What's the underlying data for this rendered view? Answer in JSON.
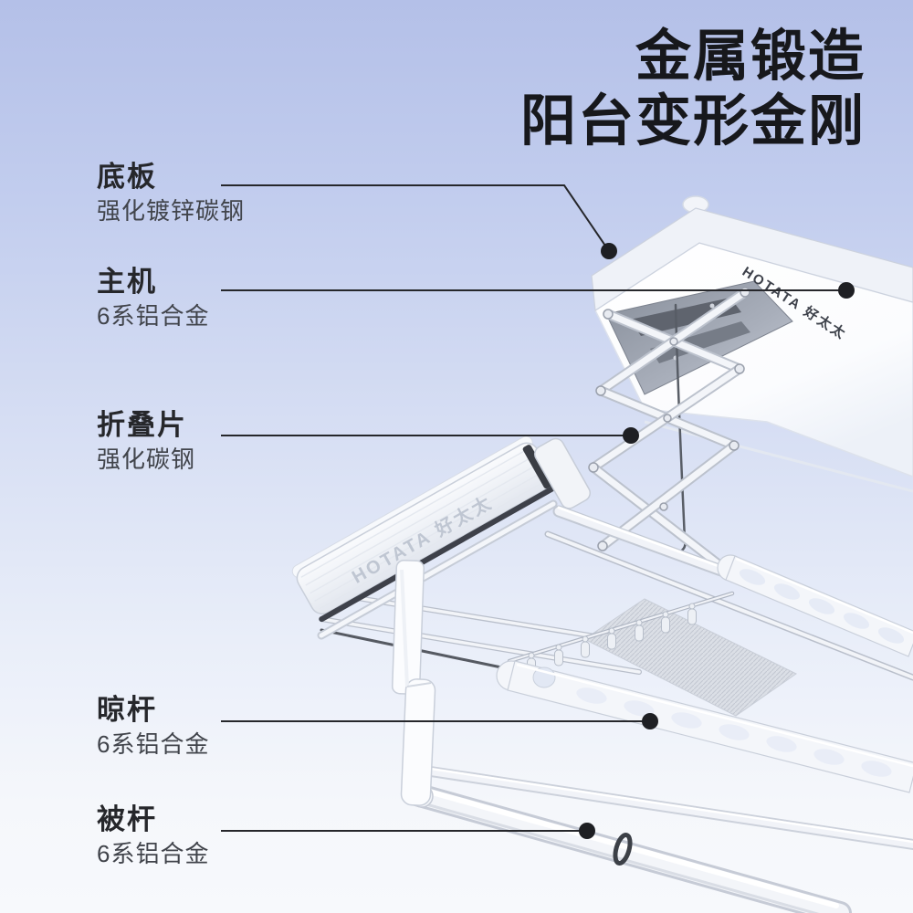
{
  "title": {
    "line1": "金属锻造",
    "line2": "阳台变形金刚"
  },
  "callouts": [
    {
      "name": "底板",
      "material": "强化镀锌碳钢"
    },
    {
      "name": "主机",
      "material": "6系铝合金"
    },
    {
      "name": "折叠片",
      "material": "强化碳钢"
    },
    {
      "name": "晾杆",
      "material": "6系铝合金"
    },
    {
      "name": "被杆",
      "material": "6系铝合金"
    }
  ],
  "product": {
    "brand_logo": "HOTATA 好太太"
  },
  "colors": {
    "background_top": "#b4c0e8",
    "background_bottom": "#f7f9fc",
    "title_text": "#17181c",
    "label_text": "#26272b",
    "label_material_text": "#41444b",
    "callout_line": "#26272b",
    "callout_dot": "#1e1f23",
    "product_white": "#ffffff",
    "product_edge": "#c9cfda",
    "cavity_gray": "#8b919d",
    "dark_accent": "#3a3d44"
  }
}
